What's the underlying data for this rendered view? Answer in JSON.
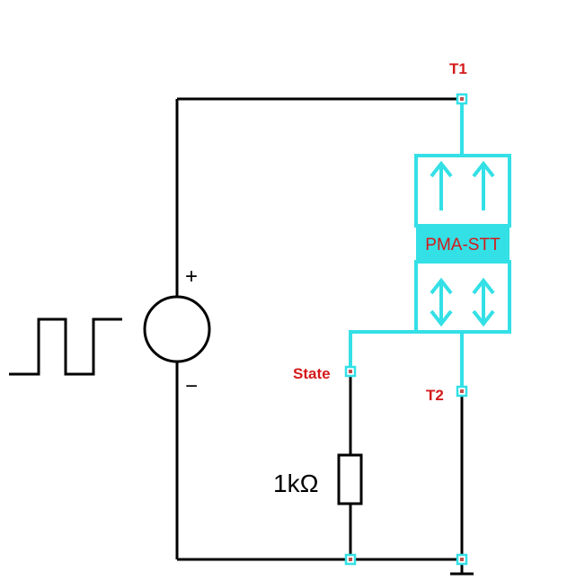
{
  "colors": {
    "wire": "#000000",
    "device": "#33e0e6",
    "label": "#d41a1a",
    "node": "#33e0e6",
    "node_center": "#c0504d"
  },
  "labels": {
    "t1": "T1",
    "t2": "T2",
    "state": "State",
    "device": "PMA-STT",
    "resistor": "1kΩ",
    "plus": "+",
    "minus": "−"
  },
  "icons": {
    "source": "voltage-source-icon",
    "pulse": "square-wave-icon",
    "ground": "ground-icon"
  }
}
